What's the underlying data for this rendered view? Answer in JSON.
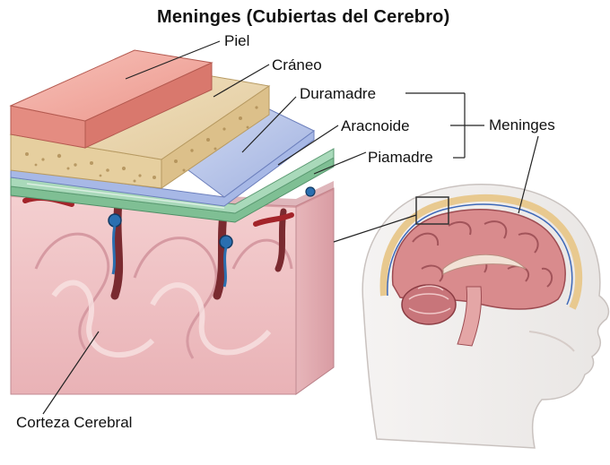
{
  "title": "Meninges (Cubiertas del Cerebro)",
  "labels": {
    "piel": "Piel",
    "craneo": "Cráneo",
    "duramadre": "Duramadre",
    "aracnoide": "Aracnoide",
    "piamadre": "Piamadre",
    "meninges": "Meninges",
    "corteza": "Corteza Cerebral"
  },
  "colors": {
    "skin": "#f1a9a0",
    "bone": "#ecd9b3",
    "dura": "#b9c6ea",
    "arachnoid": "#9fd0b0",
    "pia": "#7fbf94",
    "cortex": "#f2c6c8",
    "vessel_red": "#a3242a",
    "vessel_blue": "#2a6fb0"
  }
}
